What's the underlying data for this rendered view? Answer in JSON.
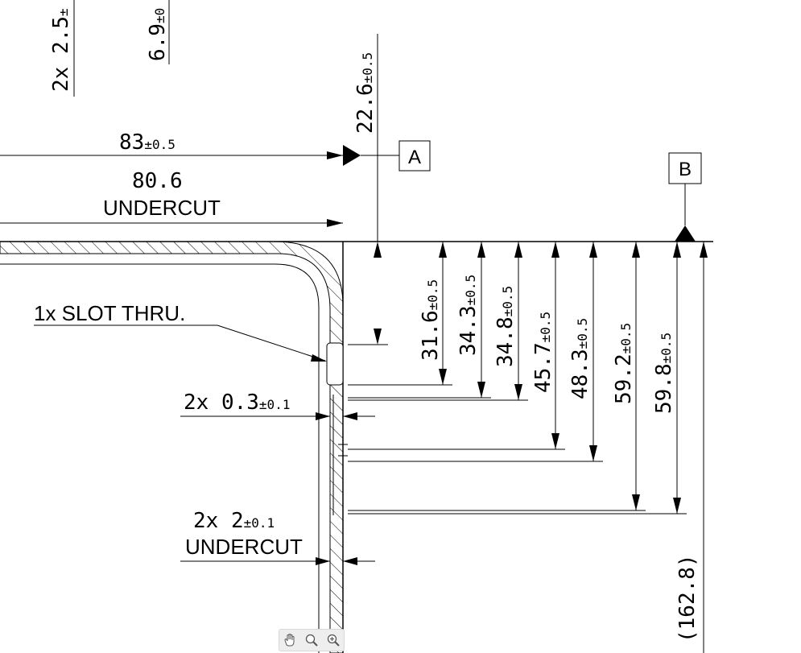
{
  "drawing": {
    "partial_top_left": {
      "value": "2x 2.5",
      "tol": "±"
    },
    "partial_top_mid": {
      "value": "6.9",
      "tol": "±0"
    },
    "dim_22_6": {
      "value": "22.6",
      "tol": "±0.5"
    },
    "dim_83": {
      "value": "83",
      "tol": "±0.5"
    },
    "dim_80_6": {
      "value": "80.6"
    },
    "undercut_label_top": "UNDERCUT",
    "datum_a": "A",
    "datum_b": "B",
    "slot_note": "1x SLOT THRU.",
    "dim_0_3": {
      "value": "2x 0.3",
      "tol": "±0.1"
    },
    "dim_2": {
      "value": "2x 2",
      "tol": "±0.1"
    },
    "undercut_label_bottom": "UNDERCUT",
    "vertical_dims": [
      {
        "value": "31.6",
        "tol": "±0.5"
      },
      {
        "value": "34.3",
        "tol": "±0.5"
      },
      {
        "value": "34.8",
        "tol": "±0.5"
      },
      {
        "value": "45.7",
        "tol": "±0.5"
      },
      {
        "value": "48.3",
        "tol": "±0.5"
      },
      {
        "value": "59.2",
        "tol": "±0.5"
      },
      {
        "value": "59.8",
        "tol": "±0.5"
      }
    ],
    "ref_dim": "(162.8)"
  },
  "toolbar": {
    "icons": [
      "pan-hand-icon",
      "zoom-icon",
      "zoom-in-icon"
    ]
  }
}
